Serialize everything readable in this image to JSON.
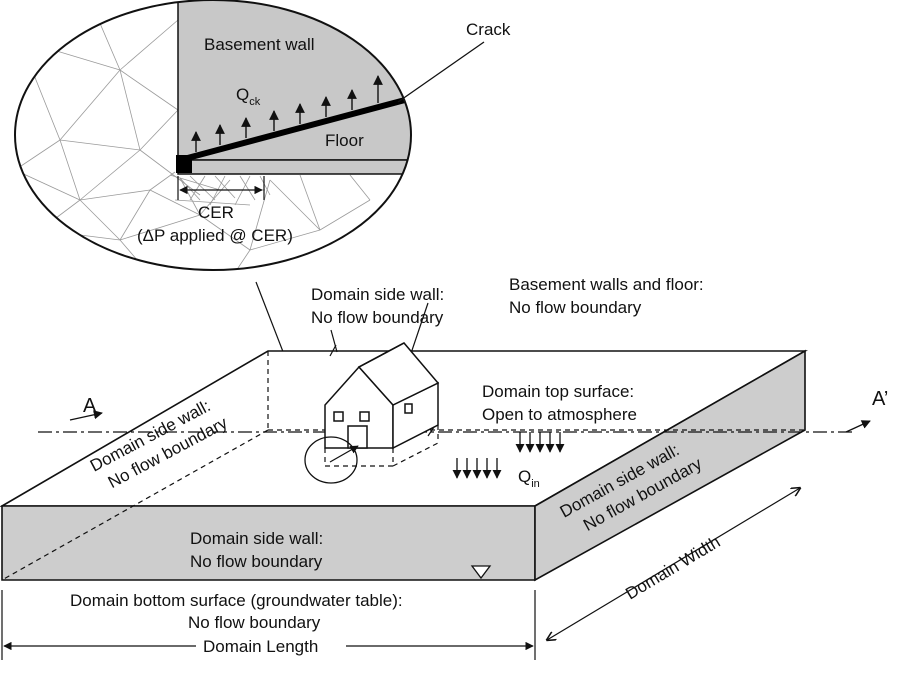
{
  "inset": {
    "basement_wall": "Basement wall",
    "crack": "Crack",
    "q_main": "Q",
    "q_sub": "ck",
    "floor": "Floor",
    "cer": "CER",
    "cer_note": "(ΔP applied @ CER)"
  },
  "labels": {
    "side_wall_back_1": "Domain side wall:",
    "side_wall_back_2": "No flow boundary",
    "basement_1": "Basement walls and floor:",
    "basement_2": "No flow boundary",
    "top_1": "Domain top surface:",
    "top_2": "Open to atmosphere",
    "section_a": "A",
    "section_a_prime": "A’",
    "side_wall_left_1": "Domain side wall:",
    "side_wall_left_2": "No flow boundary",
    "q_in_main": "Q",
    "q_in_sub": "in",
    "side_wall_right_1": "Domain side wall:",
    "side_wall_right_2": "No flow boundary",
    "side_wall_front_1": "Domain side wall:",
    "side_wall_front_2": "No flow boundary",
    "domain_width": "Domain Width",
    "bottom_1": "Domain bottom surface (groundwater table):",
    "bottom_2": "No flow boundary",
    "domain_length": "Domain Length"
  }
}
